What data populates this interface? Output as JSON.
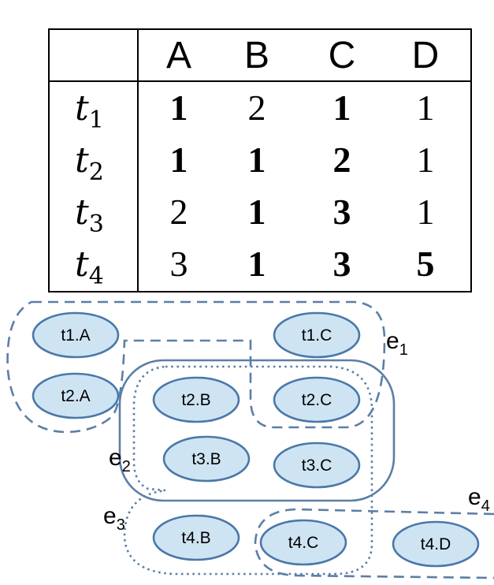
{
  "table": {
    "columns": [
      "A",
      "B",
      "C",
      "D"
    ],
    "rows": [
      {
        "label": "t",
        "sub": "1",
        "cells": [
          {
            "v": "1",
            "bold": true
          },
          {
            "v": "2",
            "bold": false
          },
          {
            "v": "1",
            "bold": true
          },
          {
            "v": "1",
            "bold": false
          }
        ]
      },
      {
        "label": "t",
        "sub": "2",
        "cells": [
          {
            "v": "1",
            "bold": true
          },
          {
            "v": "1",
            "bold": true
          },
          {
            "v": "2",
            "bold": true
          },
          {
            "v": "1",
            "bold": false
          }
        ]
      },
      {
        "label": "t",
        "sub": "3",
        "cells": [
          {
            "v": "2",
            "bold": false
          },
          {
            "v": "1",
            "bold": true
          },
          {
            "v": "3",
            "bold": true
          },
          {
            "v": "1",
            "bold": false
          }
        ]
      },
      {
        "label": "t",
        "sub": "4",
        "cells": [
          {
            "v": "3",
            "bold": false
          },
          {
            "v": "1",
            "bold": true
          },
          {
            "v": "3",
            "bold": true
          },
          {
            "v": "5",
            "bold": true
          }
        ]
      }
    ]
  },
  "graph": {
    "colors": {
      "node_fill": "#cfe4f3",
      "node_stroke": "#4a78a8",
      "edge_stroke": "#5b7fa6"
    },
    "nodes": [
      {
        "id": "t1A",
        "label": "t1.A"
      },
      {
        "id": "t2A",
        "label": "t2.A"
      },
      {
        "id": "t1C",
        "label": "t1.C"
      },
      {
        "id": "t2B",
        "label": "t2.B"
      },
      {
        "id": "t2C",
        "label": "t2.C"
      },
      {
        "id": "t3B",
        "label": "t3.B"
      },
      {
        "id": "t3C",
        "label": "t3.C"
      },
      {
        "id": "t4B",
        "label": "t4.B"
      },
      {
        "id": "t4C",
        "label": "t4.C"
      },
      {
        "id": "t4D",
        "label": "t4.D"
      }
    ],
    "edges": [
      {
        "id": "e1",
        "label": "e",
        "sub": "1"
      },
      {
        "id": "e2",
        "label": "e",
        "sub": "2"
      },
      {
        "id": "e3",
        "label": "e",
        "sub": "3"
      },
      {
        "id": "e4",
        "label": "e",
        "sub": "4"
      }
    ]
  }
}
